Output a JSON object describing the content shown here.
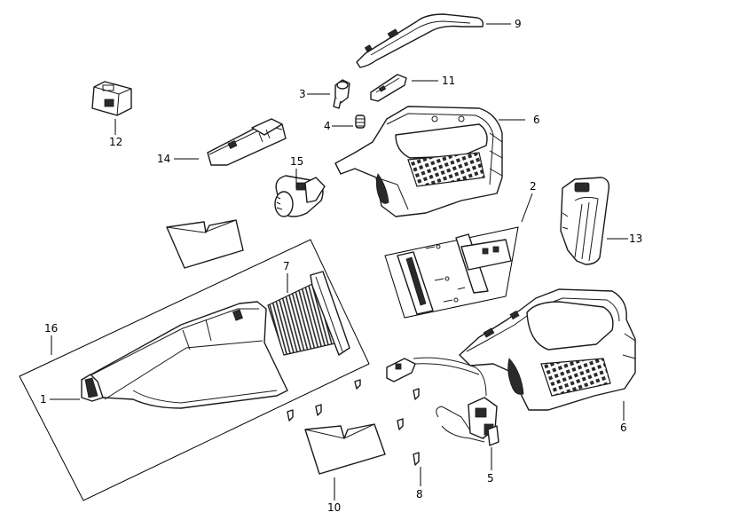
{
  "diagram": {
    "callouts": [
      {
        "id": "c1",
        "label": "1"
      },
      {
        "id": "c2",
        "label": "2"
      },
      {
        "id": "c3",
        "label": "3"
      },
      {
        "id": "c4",
        "label": "4"
      },
      {
        "id": "c5",
        "label": "5"
      },
      {
        "id": "c6a",
        "label": "6"
      },
      {
        "id": "c6b",
        "label": "6"
      },
      {
        "id": "c7",
        "label": "7"
      },
      {
        "id": "c8",
        "label": "8"
      },
      {
        "id": "c9",
        "label": "9"
      },
      {
        "id": "c10",
        "label": "10"
      },
      {
        "id": "c11",
        "label": "11"
      },
      {
        "id": "c12",
        "label": "12"
      },
      {
        "id": "c13",
        "label": "13"
      },
      {
        "id": "c14",
        "label": "14"
      },
      {
        "id": "c15",
        "label": "15"
      },
      {
        "id": "c16",
        "label": "16"
      }
    ]
  }
}
